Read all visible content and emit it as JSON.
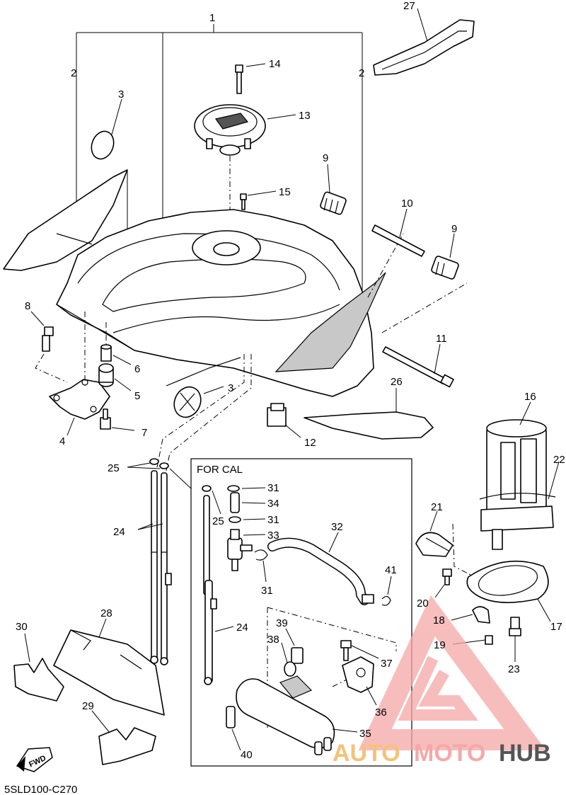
{
  "callouts": [
    {
      "id": "c1",
      "text": "1"
    },
    {
      "id": "c2a",
      "text": "2"
    },
    {
      "id": "c2b",
      "text": "2"
    },
    {
      "id": "c3a",
      "text": "3"
    },
    {
      "id": "c3b",
      "text": "3"
    },
    {
      "id": "c4",
      "text": "4"
    },
    {
      "id": "c5",
      "text": "5"
    },
    {
      "id": "c6",
      "text": "6"
    },
    {
      "id": "c7",
      "text": "7"
    },
    {
      "id": "c8",
      "text": "8"
    },
    {
      "id": "c9a",
      "text": "9"
    },
    {
      "id": "c9b",
      "text": "9"
    },
    {
      "id": "c10",
      "text": "10"
    },
    {
      "id": "c11",
      "text": "11"
    },
    {
      "id": "c12",
      "text": "12"
    },
    {
      "id": "c13",
      "text": "13"
    },
    {
      "id": "c14",
      "text": "14"
    },
    {
      "id": "c15",
      "text": "15"
    },
    {
      "id": "c16",
      "text": "16"
    },
    {
      "id": "c17",
      "text": "17"
    },
    {
      "id": "c18",
      "text": "18"
    },
    {
      "id": "c19",
      "text": "19"
    },
    {
      "id": "c20",
      "text": "20"
    },
    {
      "id": "c21",
      "text": "21"
    },
    {
      "id": "c22",
      "text": "22"
    },
    {
      "id": "c23",
      "text": "23"
    },
    {
      "id": "c24a",
      "text": "24"
    },
    {
      "id": "c24b",
      "text": "24"
    },
    {
      "id": "c25a",
      "text": "25"
    },
    {
      "id": "c25b",
      "text": "25"
    },
    {
      "id": "c26",
      "text": "26"
    },
    {
      "id": "c27",
      "text": "27"
    },
    {
      "id": "c28",
      "text": "28"
    },
    {
      "id": "c29",
      "text": "29"
    },
    {
      "id": "c30",
      "text": "30"
    },
    {
      "id": "c31a",
      "text": "31"
    },
    {
      "id": "c31b",
      "text": "31"
    },
    {
      "id": "c31c",
      "text": "31"
    },
    {
      "id": "c32",
      "text": "32"
    },
    {
      "id": "c33",
      "text": "33"
    },
    {
      "id": "c34",
      "text": "34"
    },
    {
      "id": "c35",
      "text": "35"
    },
    {
      "id": "c36",
      "text": "36"
    },
    {
      "id": "c37",
      "text": "37"
    },
    {
      "id": "c38",
      "text": "38"
    },
    {
      "id": "c39",
      "text": "39"
    },
    {
      "id": "c40",
      "text": "40"
    },
    {
      "id": "c41",
      "text": "41"
    }
  ],
  "cal_box_label": "FOR CAL",
  "fwd_label": "FWD",
  "diagram_code": "5SLD100-C270",
  "watermark": {
    "text_auto": "AUTO",
    "text_moto": "MOTO",
    "text_hub": "HUB",
    "color_primary": "#f5a8a8",
    "color_secondary": "#f3c27a",
    "color_dark": "#555555"
  }
}
